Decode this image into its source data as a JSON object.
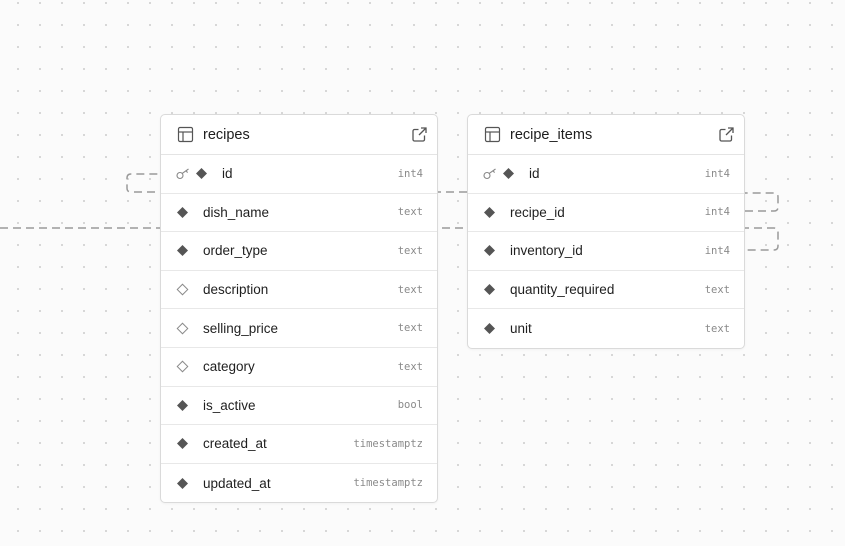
{
  "tables": [
    {
      "name": "recipes",
      "columns": [
        {
          "name": "id",
          "type": "int4",
          "pk": true,
          "nullable": false
        },
        {
          "name": "dish_name",
          "type": "text",
          "pk": false,
          "nullable": false
        },
        {
          "name": "order_type",
          "type": "text",
          "pk": false,
          "nullable": false
        },
        {
          "name": "description",
          "type": "text",
          "pk": false,
          "nullable": true
        },
        {
          "name": "selling_price",
          "type": "text",
          "pk": false,
          "nullable": true
        },
        {
          "name": "category",
          "type": "text",
          "pk": false,
          "nullable": true
        },
        {
          "name": "is_active",
          "type": "bool",
          "pk": false,
          "nullable": false
        },
        {
          "name": "created_at",
          "type": "timestamptz",
          "pk": false,
          "nullable": false
        },
        {
          "name": "updated_at",
          "type": "timestamptz",
          "pk": false,
          "nullable": false
        }
      ]
    },
    {
      "name": "recipe_items",
      "columns": [
        {
          "name": "id",
          "type": "int4",
          "pk": true,
          "nullable": false
        },
        {
          "name": "recipe_id",
          "type": "int4",
          "pk": false,
          "nullable": false
        },
        {
          "name": "inventory_id",
          "type": "int4",
          "pk": false,
          "nullable": false
        },
        {
          "name": "quantity_required",
          "type": "text",
          "pk": false,
          "nullable": false
        },
        {
          "name": "unit",
          "type": "text",
          "pk": false,
          "nullable": false
        }
      ]
    }
  ],
  "icons": {
    "table": "table-grid-icon",
    "open": "external-link-icon",
    "primary_key": "key-icon",
    "not_null": "filled-diamond-icon",
    "nullable": "hollow-diamond-icon"
  },
  "colors": {
    "edge": "#9a9a9a",
    "diamond": "#555555"
  }
}
